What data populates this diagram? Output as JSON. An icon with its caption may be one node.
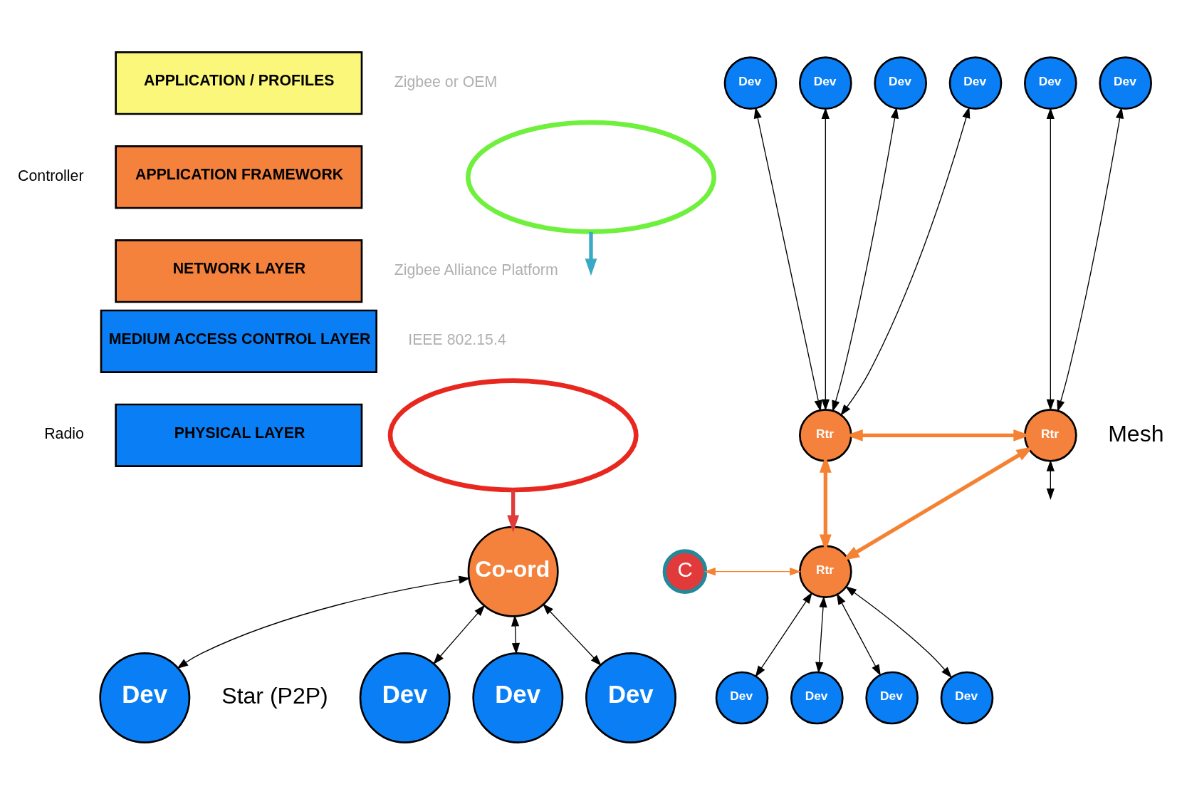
{
  "diagram": {
    "nodes": [
      {
        "text": [
          "APPLICATION / PROFILES"
        ]
      },
      {
        "text": [
          "APPLICATION FRAMEWORK"
        ]
      },
      {
        "text": [
          "NETWORK LAYER"
        ]
      },
      {
        "text": [
          "MEDIUM ACCESS CONTROL LAYER"
        ]
      },
      {
        "text": [
          "PHYSICAL LAYER"
        ]
      },
      {
        "text": [],
        "shape": "ellipse"
      },
      {
        "text": [],
        "shape": "ellipse"
      },
      {
        "text": [
          "Rtr"
        ]
      },
      {
        "text": [
          "Rtr"
        ]
      },
      {
        "text": [
          "Rtr"
        ]
      },
      {
        "text": [
          "C"
        ]
      },
      {
        "text": [
          "Dev"
        ]
      },
      {
        "text": [
          "Dev"
        ]
      },
      {
        "text": [
          "Dev"
        ]
      },
      {
        "text": [
          "Dev"
        ]
      },
      {
        "text": [
          "Dev"
        ]
      },
      {
        "text": [
          "Dev"
        ]
      },
      {
        "text": [
          "Dev"
        ]
      },
      {
        "text": [
          "Dev"
        ]
      },
      {
        "text": [
          "Dev"
        ]
      },
      {
        "text": [
          "Dev"
        ]
      },
      {
        "text": [
          "Co-ord"
        ]
      },
      {
        "text": [
          "Dev"
        ]
      },
      {
        "text": [
          "Dev"
        ]
      },
      {
        "text": [
          "Dev"
        ]
      },
      {
        "text": [
          "Dev"
        ]
      }
    ],
    "edges": [
      {
        "from": 5,
        "to": null,
        "arrow": "to",
        "style": "thick",
        "color": "#3aa9c6"
      },
      {
        "from": 6,
        "to": 21,
        "arrow": "to",
        "style": "thick",
        "color": "#e03a3a"
      },
      {
        "from": 7,
        "to": 8,
        "arrow": "both",
        "style": "thick",
        "color": "#f58233"
      },
      {
        "from": 7,
        "to": 9,
        "arrow": "both",
        "style": "thick",
        "color": "#f58233"
      },
      {
        "from": 9,
        "to": 8,
        "arrow": "both",
        "style": "thick",
        "color": "#f58233"
      },
      {
        "from": 10,
        "to": 9,
        "arrow": "both",
        "color": "#f58233"
      },
      {
        "from": 11,
        "to": 7,
        "arrow": "both"
      },
      {
        "from": 12,
        "to": 7,
        "arrow": "both"
      },
      {
        "from": 13,
        "to": 7,
        "arrow": "both"
      },
      {
        "from": 14,
        "to": 7,
        "arrow": "both"
      },
      {
        "from": 15,
        "to": 8,
        "arrow": "both"
      },
      {
        "from": 16,
        "to": 8,
        "arrow": "both"
      },
      {
        "from": 8,
        "to": null,
        "arrow": "both"
      },
      {
        "from": 9,
        "to": 17,
        "arrow": "both"
      },
      {
        "from": 9,
        "to": 18,
        "arrow": "both"
      },
      {
        "from": 9,
        "to": 19,
        "arrow": "both"
      },
      {
        "from": 9,
        "to": 20,
        "arrow": "both"
      },
      {
        "from": 21,
        "to": 22,
        "arrow": "both"
      },
      {
        "from": 21,
        "to": 23,
        "arrow": "both"
      },
      {
        "from": 21,
        "to": 24,
        "arrow": "both"
      },
      {
        "from": 21,
        "to": 25,
        "arrow": "both"
      }
    ],
    "labels": [
      "Controller",
      "Radio",
      "Zigbee or OEM",
      "Zigbee Alliance Platform",
      "IEEE 802.15.4",
      "Mesh",
      "Star (P2P)"
    ]
  }
}
